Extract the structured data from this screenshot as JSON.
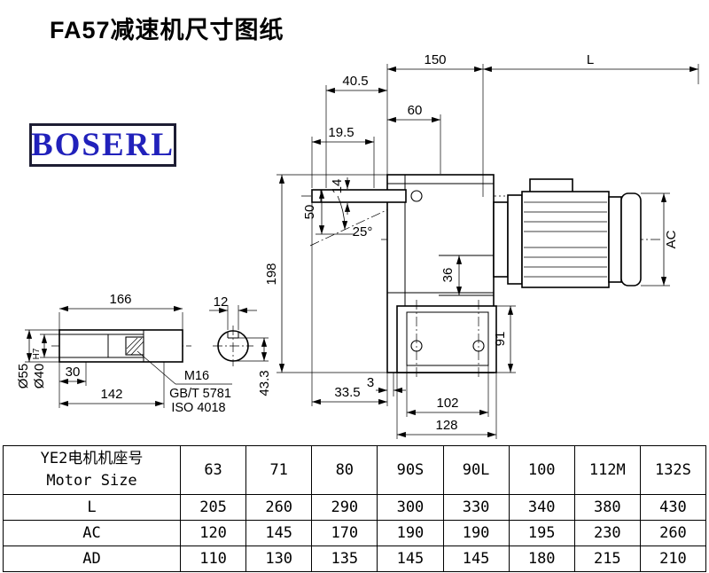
{
  "title": "FA57减速机尺寸图纸",
  "logo": "BOSERL",
  "dims": {
    "d150": "150",
    "dL": "L",
    "d40_5": "40.5",
    "d60": "60",
    "d19_5": "19.5",
    "d14": "14",
    "d50": "50",
    "d25": "25°",
    "d198": "198",
    "d36": "36",
    "dAC": "AC",
    "d91": "91",
    "d3": "3",
    "d33_5": "33.5",
    "d102": "102",
    "d128": "128",
    "d166": "166",
    "d30": "30",
    "d142": "142",
    "dO55": "Ø55",
    "dO40": "Ø40",
    "dO40sup": "H7",
    "d12": "12",
    "d43_3": "43.3",
    "dM16": "M16",
    "dGBT": "GB/T 5781",
    "dISO": "ISO 4018"
  },
  "table": {
    "header_cn": "YE2电机机座号",
    "header_en": "Motor Size",
    "sizes": [
      "63",
      "71",
      "80",
      "90S",
      "90L",
      "100",
      "112M",
      "132S"
    ],
    "rows": [
      {
        "label": "L",
        "values": [
          "205",
          "260",
          "290",
          "300",
          "330",
          "340",
          "380",
          "430"
        ]
      },
      {
        "label": "AC",
        "values": [
          "120",
          "145",
          "170",
          "190",
          "190",
          "195",
          "230",
          "260"
        ]
      },
      {
        "label": "AD",
        "values": [
          "110",
          "130",
          "135",
          "145",
          "145",
          "180",
          "215",
          "210"
        ]
      }
    ]
  }
}
